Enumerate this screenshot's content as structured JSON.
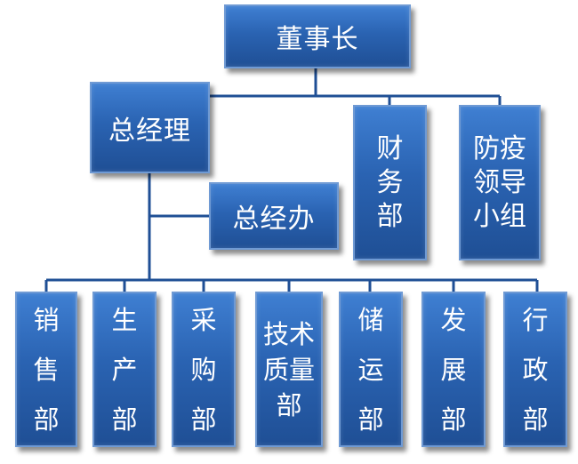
{
  "nodes": {
    "chairman": "董事长",
    "general_manager": "总经理",
    "gm_office": "总经办",
    "finance": [
      "财",
      "务",
      "部"
    ],
    "epidemic": [
      "防疫",
      "领导",
      "小组"
    ],
    "sales": [
      "销",
      "售",
      "部"
    ],
    "production": [
      "生",
      "产",
      "部"
    ],
    "purchasing": [
      "采",
      "购",
      "部"
    ],
    "tech_quality": [
      "技术",
      "质量",
      "部"
    ],
    "logistics": [
      "储",
      "运",
      "部"
    ],
    "development": [
      "发",
      "展",
      "部"
    ],
    "admin": [
      "行",
      "政",
      "部"
    ]
  },
  "colors": {
    "box": "#2a63b2",
    "line": "#1f4f95",
    "text": "#ffffff"
  }
}
